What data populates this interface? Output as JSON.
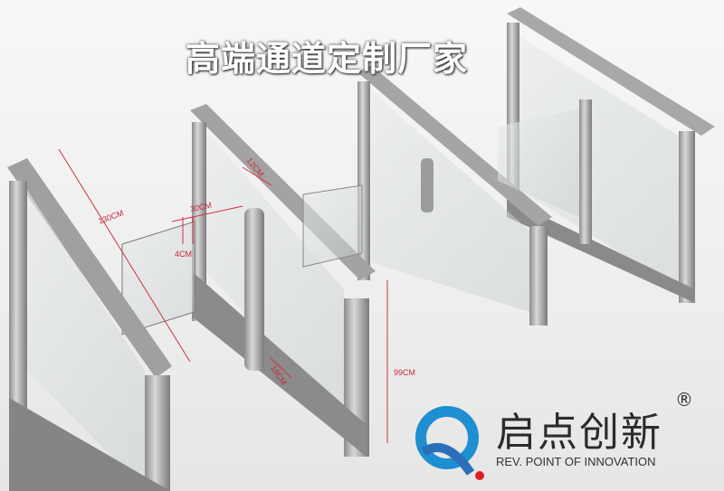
{
  "headline": "高端通道定制厂家",
  "dimensions": {
    "length": "130CM",
    "passage_width": "30CM",
    "gap": "4CM",
    "top_width": "12CM",
    "post_width": "18CM",
    "height": "99CM"
  },
  "brand": {
    "name_cn": "启点创新",
    "name_en": "REV. POINT OF INNOVATION",
    "registered_mark": "®",
    "logo_icon": "q-logo-icon",
    "colors": {
      "logo_blue": "#1e8fd0",
      "logo_dot": "#e02020",
      "dimension_red": "#c8283a"
    }
  }
}
